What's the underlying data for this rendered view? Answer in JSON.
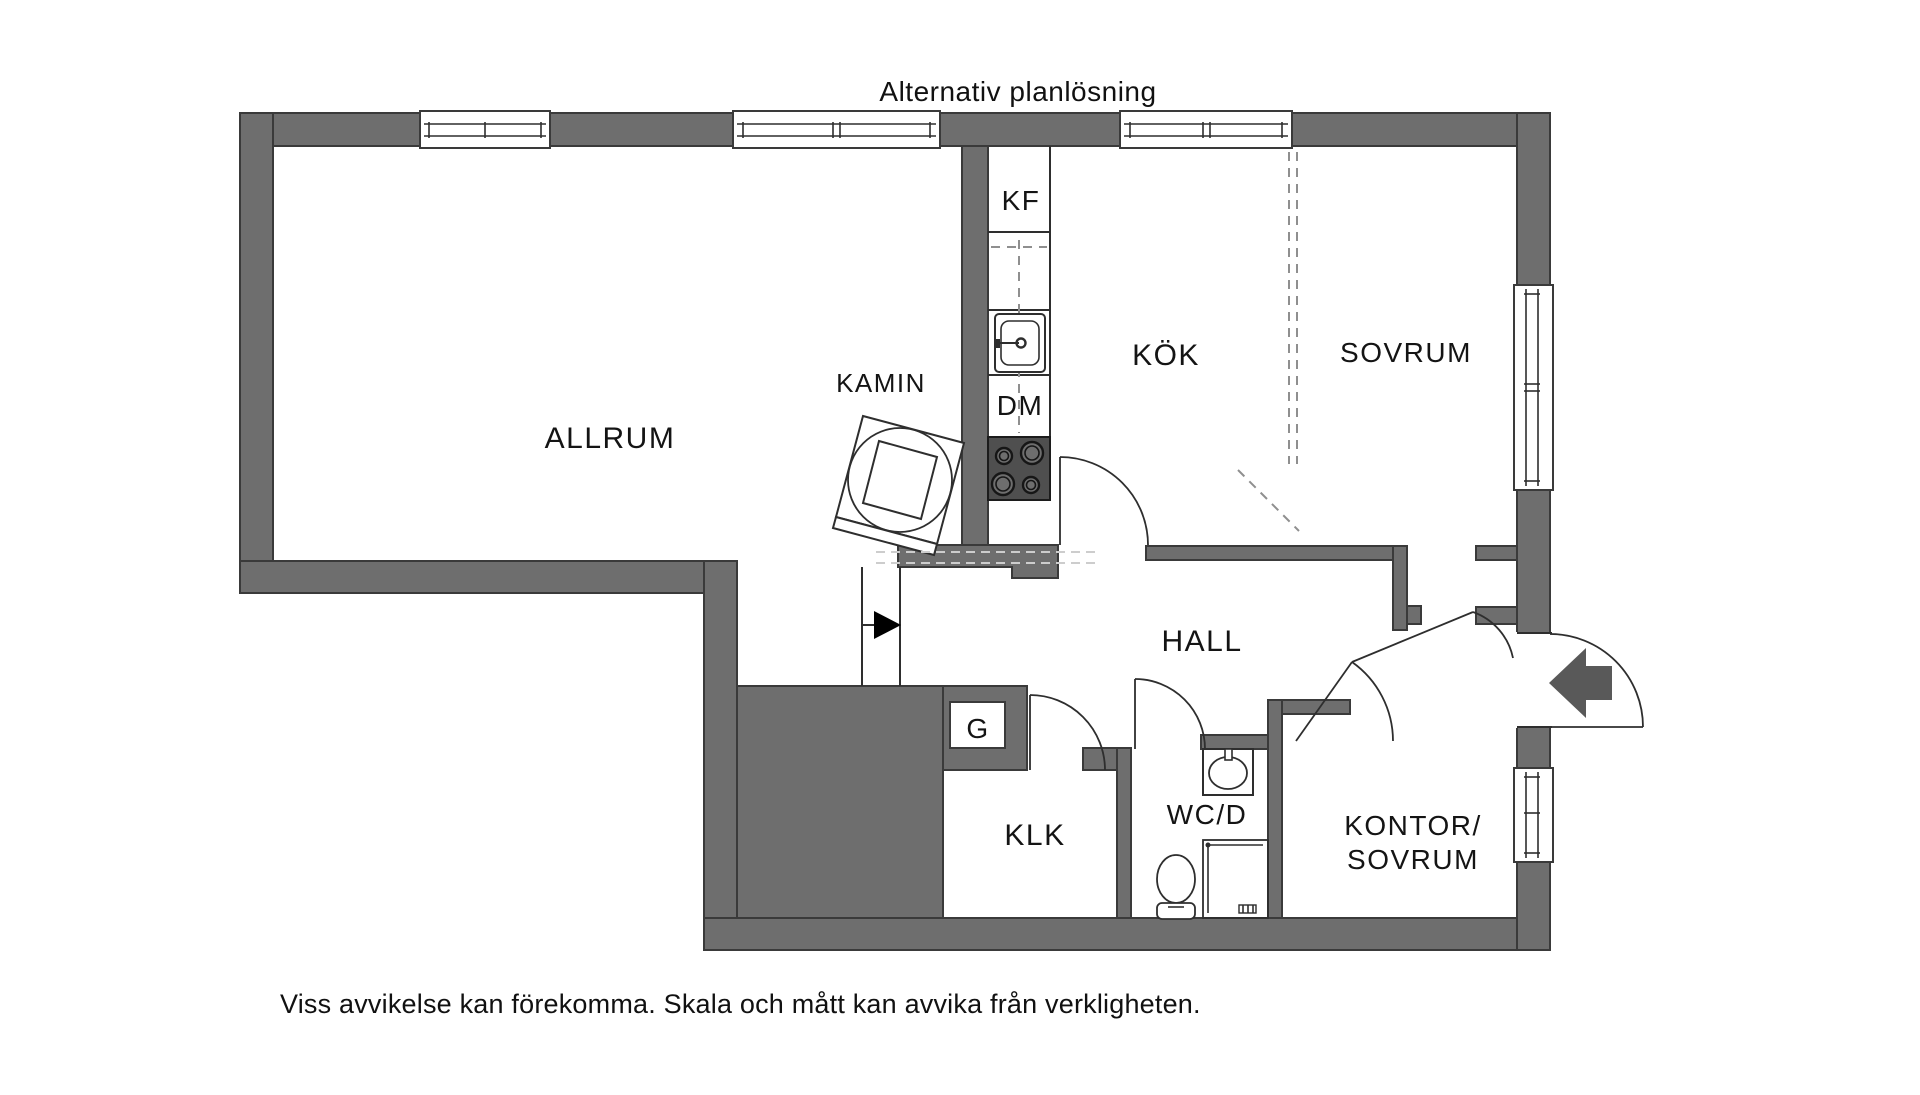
{
  "title": "Alternativ planlösning",
  "disclaimer": "Viss avvikelse kan förekomma. Skala och mått kan avvika från verkligheten.",
  "rooms": {
    "allrum": "ALLRUM",
    "kok": "KÖK",
    "sovrum": "SOVRUM",
    "hall": "HALL",
    "klk": "KLK",
    "wcd": "WC/D",
    "kontor_line1": "KONTOR/",
    "kontor_line2": "SOVRUM",
    "kamin": "KAMIN"
  },
  "fixtures": {
    "fridge_freezer": "KF",
    "dishwasher": "DM",
    "wardrobe": "G"
  },
  "colors": {
    "wall": "#6e6e6e",
    "line": "#2e2e2e",
    "entry_arrow": "#595959",
    "passage_arrow": "#000000",
    "dashed": "#8f8f8f",
    "background": "#ffffff"
  }
}
